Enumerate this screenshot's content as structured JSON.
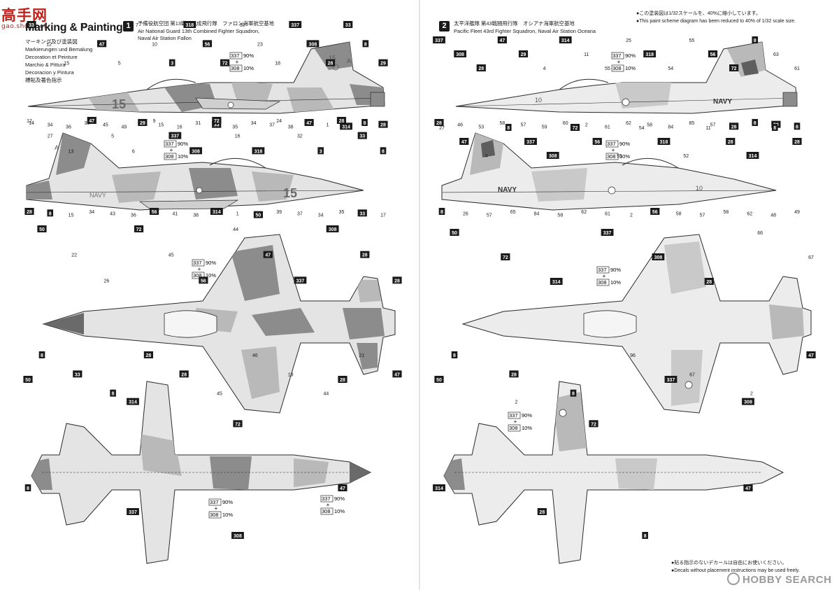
{
  "watermark": {
    "site_name": "高手网",
    "site_url": "gao.shou.net",
    "bottom_brand": "HOBBY SEARCH"
  },
  "header": {
    "title": "Marking & Painting",
    "languages": [
      "マーキング及び塗装図",
      "Markierungen und Bemalung",
      "Decoration et Peinture",
      "Marchio & Pittura",
      "Decoracion y Pintura",
      "標貼及著色指示"
    ]
  },
  "schemes": [
    {
      "number": "1",
      "lines": [
        "予備役航空団 第13戦闘混成飛行隊　ファロン海軍航空基地",
        "Air National Guard 13th Combined Fighter Squadron,",
        "Naval Air Station Fallon"
      ]
    },
    {
      "number": "2",
      "lines": [
        "太平洋艦隊 第43戦闘飛行隊　オシアナ海軍航空基地",
        "Pacific Fleet 43rd Fighter Squadron,  Naval Air Station Oceana"
      ]
    }
  ],
  "notes": {
    "scale": [
      "●この塗装図は1/32スケールを、40%に縮小しています。",
      "●This paint scheme diagram has been reduced to 40% of 1/32 scale size."
    ],
    "decals": [
      "●貼る指示のないデカールは自由にお使いください。",
      "●Decals without placement instructions may be used freely."
    ]
  },
  "markings": {
    "modex": "15",
    "navy": "NAVY",
    "tail_code": "A",
    "modex_2": "10"
  },
  "color_mix": {
    "main": "337",
    "main_pct": "90%",
    "plus": "+",
    "add": "308",
    "add_pct": "10%"
  },
  "callouts": {
    "a1": [
      "33",
      "12",
      "15",
      "13",
      "47",
      "5",
      "7",
      "10",
      "3",
      "318",
      "56",
      "72",
      "30",
      "23",
      "18",
      "337",
      "308",
      "28",
      "33",
      "8",
      "29",
      "14",
      "34",
      "36",
      "35",
      "45",
      "49",
      "29",
      "15",
      "16",
      "31",
      "33",
      "35",
      "34",
      "37",
      "38",
      "47",
      "1",
      "314",
      "8",
      "28"
    ],
    "a2": [
      "12",
      "27",
      "13",
      "47",
      "5",
      "6",
      "9",
      "337",
      "308",
      "72",
      "16",
      "318",
      "24",
      "32",
      "3",
      "28",
      "33",
      "8",
      "28",
      "8",
      "15",
      "34",
      "43",
      "36",
      "56",
      "41",
      "38",
      "314",
      "1",
      "50",
      "39",
      "37",
      "34",
      "35",
      "33",
      "17"
    ],
    "a3": [
      "50",
      "22",
      "26",
      "72",
      "45",
      "56",
      "44",
      "47",
      "337",
      "308",
      "28",
      "28",
      "8",
      "33",
      "8",
      "28",
      "28",
      "45",
      "46",
      "19",
      "44",
      "21",
      "47"
    ],
    "a4": [
      "50",
      "314",
      "72",
      "28",
      "8",
      "337",
      "308",
      "47"
    ],
    "b1": [
      "337",
      "308",
      "28",
      "47",
      "29",
      "4",
      "314",
      "11",
      "55",
      "25",
      "318",
      "54",
      "55",
      "56",
      "72",
      "8",
      "63",
      "61",
      "28",
      "46",
      "53",
      "58",
      "57",
      "59",
      "60",
      "2",
      "61",
      "62",
      "58",
      "84",
      "85",
      "57",
      "28",
      "8",
      "29",
      "8"
    ],
    "b2": [
      "27",
      "47",
      "4",
      "8",
      "337",
      "308",
      "72",
      "56",
      "55",
      "54",
      "318",
      "52",
      "11",
      "28",
      "314",
      "8",
      "28",
      "8",
      "26",
      "57",
      "65",
      "84",
      "58",
      "62",
      "61",
      "2",
      "56",
      "58",
      "57",
      "58",
      "62",
      "48",
      "49"
    ],
    "b3": [
      "50",
      "72",
      "314",
      "337",
      "308",
      "28",
      "66",
      "67",
      "8",
      "28",
      "8",
      "96",
      "67",
      "2",
      "47"
    ],
    "b4": [
      "50",
      "2",
      "72",
      "337",
      "308",
      "314",
      "28",
      "8",
      "47"
    ]
  },
  "colors": {
    "light_gray": "#e4e4e4",
    "mid_gray": "#b9b9b9",
    "dark_gray": "#8c8c8c",
    "nose": "#6a6a6a",
    "line": "#2a2a2a",
    "brand_red": "#c0211c"
  }
}
